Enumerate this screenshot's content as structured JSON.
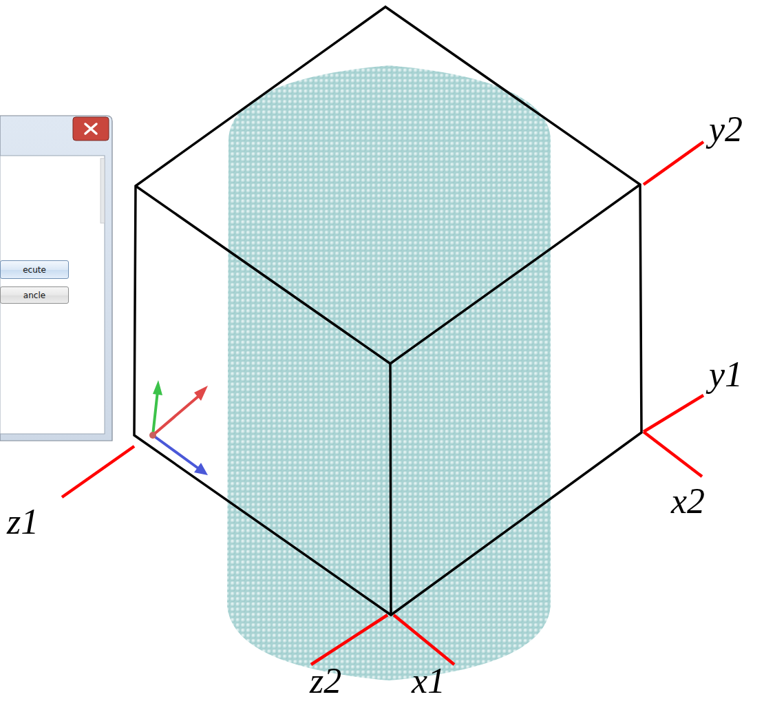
{
  "diagram": {
    "nodes": [
      {
        "text": [
          "ecute"
        ]
      },
      {
        "text": [
          "ancle"
        ]
      }
    ],
    "labels": [
      "y2",
      "y1",
      "x2",
      "z1",
      "z2",
      "x1"
    ]
  }
}
